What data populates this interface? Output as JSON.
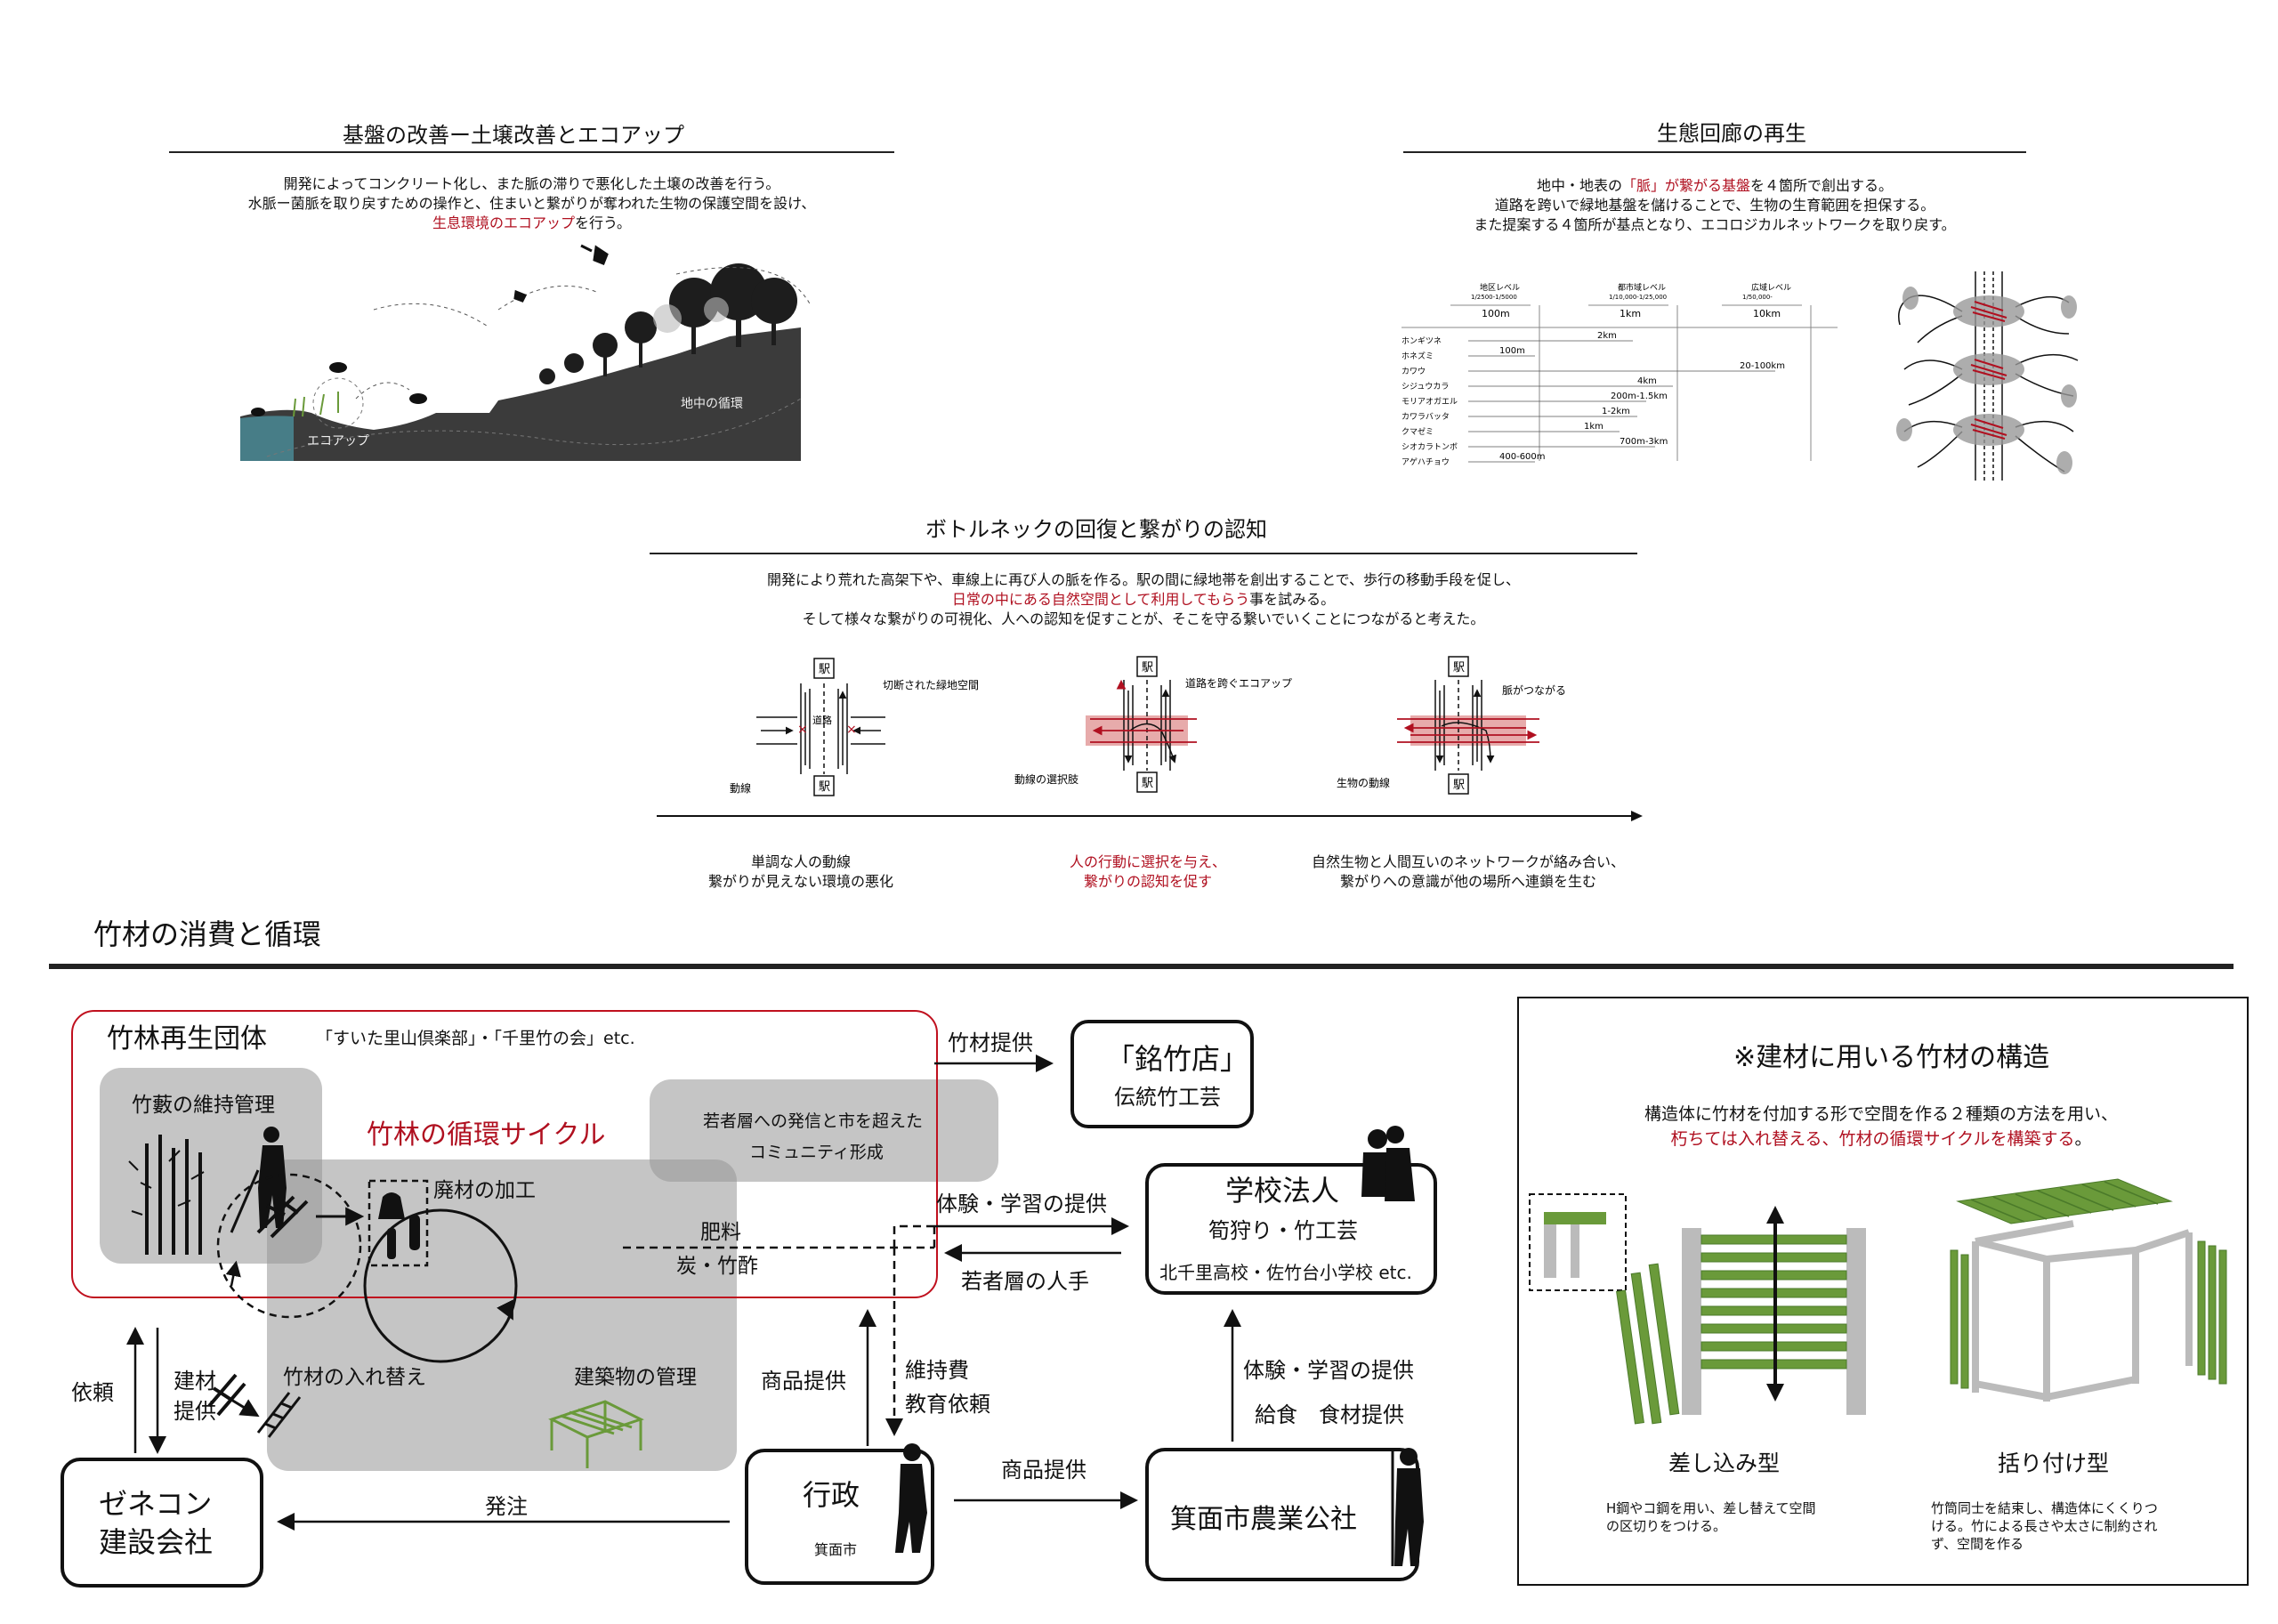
{
  "sec1": {
    "title": "基盤の改善ー土壌改善とエコアップ",
    "line1": "開発によってコンクリート化し、また脈の滞りで悪化した土壌の改善を行う。",
    "line2": "水脈ー菌脈を取り戻すための操作と、住まいと繋がりが奪われた生物の保護空間を設け、",
    "line3_red": "生息環境のエコアップ",
    "line3_rest": "を行う。",
    "label_ecoup": "エコアップ",
    "label_underground": "地中の循環"
  },
  "sec2": {
    "title": "生態回廊の再生",
    "line1_a": "地中・地表の",
    "line1_red1": "「脈」が繋がる基盤",
    "line1_b": "を４箇所で創出する。",
    "line2": "道路を跨いで緑地基盤を儲けることで、生物の生育範囲を担保する。",
    "line3": "また提案する４箇所が基点となり、エコロジカルネットワークを取り戻す。",
    "levels": [
      {
        "name": "地区レベル",
        "scale": "1/2500-1/5000",
        "dist": "100m"
      },
      {
        "name": "都市域レベル",
        "scale": "1/10,000-1/25,000",
        "dist": "1km"
      },
      {
        "name": "広域レベル",
        "scale": "1/50,000-",
        "dist": "10km"
      }
    ],
    "species": [
      {
        "name": "ホンギツネ",
        "range": "2km"
      },
      {
        "name": "ホネズミ",
        "range": "100m"
      },
      {
        "name": "カワウ",
        "range": "20-100km"
      },
      {
        "name": "シジュウカラ",
        "range": "4km"
      },
      {
        "name": "モリアオガエル",
        "range": "200m-1.5km"
      },
      {
        "name": "カワラバッタ",
        "range": "1-2km"
      },
      {
        "name": "クマゼミ",
        "range": "1km"
      },
      {
        "name": "シオカラトンボ",
        "range": "700m-3km"
      },
      {
        "name": "アゲハチョウ",
        "range": "400-600m"
      }
    ]
  },
  "sec3": {
    "title": "ボトルネックの回復と繋がりの認知",
    "line1": "開発により荒れた高架下や、車線上に再び人の脈を作る。駅の間に緑地帯を創出することで、歩行の移動手段を促し、",
    "line2_red": "日常の中にある自然空間として利用してもらう",
    "line2_rest": "事を試みる。",
    "line3": "そして様々な繋がりの可視化、人への認知を促すことが、そこを守る繋いでいくことにつながると考えた。",
    "station": "駅",
    "road": "道路",
    "d1_label1": "切断された緑地空間",
    "d1_label2": "動線",
    "d2_label1": "道路を跨ぐエコアップ",
    "d2_label2": "動線の選択肢",
    "d3_label1": "脈がつながる",
    "d3_label2": "生物の動線",
    "cap1_l1": "単調な人の動線",
    "cap1_l2": "繋がりが見えない環境の悪化",
    "cap2_l1": "人の行動に選択を与え、",
    "cap2_l2": "繋がりの認知を促す",
    "cap3_l1": "自然生物と人間互いのネットワークが絡み合い、",
    "cap3_l2": "繋がりへの意識が他の場所へ連鎖を生む"
  },
  "sec4": {
    "title": "竹材の消費と循環",
    "group": "竹林再生団体",
    "group_examples": "「すいた里山倶楽部」・「千里竹の会」etc.",
    "cycle": "竹林の循環サイクル",
    "bamboo_mgmt": "竹藪の維持管理",
    "waste": "廃材の加工",
    "youth": "若者層への発信と市を超えた",
    "community": "コミュニティ形成",
    "fertilizer": "肥料",
    "charcoal": "炭・竹酢",
    "replace": "竹材の入れ替え",
    "bldg_mgmt": "建築物の管理",
    "supply": "竹材提供",
    "shop_name": "「銘竹店」",
    "shop_sub": "伝統竹工芸",
    "exp1": "体験・学習の提供",
    "school_name": "学校法人",
    "school_sub": "筍狩り・竹工芸",
    "school_ex": "北千里高校・佐竹台小学校 etc.",
    "youth_staff": "若者層の人手",
    "request": "依頼",
    "mat1": "建材",
    "mat2": "提供",
    "goods1": "商品提供",
    "maint": "維持費",
    "edu": "教育依頼",
    "exp2": "体験・学習の提供",
    "lunch": "給食　食材提供",
    "zene1": "ゼネコン",
    "zene2": "建設会社",
    "order": "発注",
    "gov": "行政",
    "gov_sub": "箕面市",
    "goods2": "商品提供",
    "agri": "箕面市農業公社"
  },
  "panel": {
    "title": "※建材に用いる竹材の構造",
    "line1": "構造体に竹材を付加する形で空間を作る２種類の方法を用い、",
    "line2_red": "朽ちては入れ替える、竹材の循環サイクルを構築する",
    "line2_rest": "。",
    "type1": "差し込み型",
    "type1_desc1": "H鋼やコ鋼を用い、差し替えて空間",
    "type1_desc2": "の区切りをつける。",
    "type2": "括り付け型",
    "type2_desc1": "竹筒同士を結束し、構造体にくくりつ",
    "type2_desc2": "ける。竹による長さや太さに制約され",
    "type2_desc3": "ず、空間を作る"
  },
  "colors": {
    "accent_red": "#b01020",
    "bamboo_green": "#6a9a3a"
  }
}
